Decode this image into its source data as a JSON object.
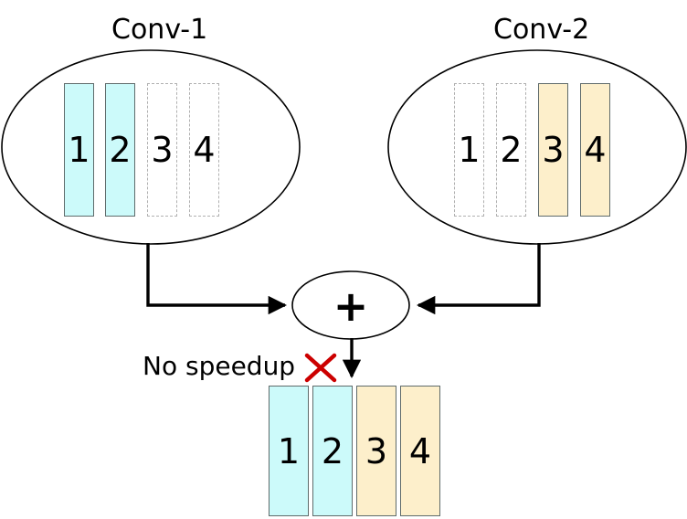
{
  "diagram": {
    "title_left": "Conv-1",
    "title_right": "Conv-2",
    "annotation": "No speedup",
    "sum_symbol": "+",
    "cross_mark": "X",
    "colors": {
      "active_cyan": "#CCFAFA",
      "active_cream": "#FDEFCB",
      "inactive_fill": "#FFFFFF",
      "solid_border": "#5F6B6B",
      "dashed_border": "#B0B0B0",
      "line": "#000000",
      "cross_red": "#CC0000"
    },
    "groups": [
      {
        "name": "conv-1",
        "label": "Conv-1",
        "filters": [
          {
            "label": "1",
            "state": "active",
            "fill": "#CCFAFA"
          },
          {
            "label": "2",
            "state": "active",
            "fill": "#CCFAFA"
          },
          {
            "label": "3",
            "state": "pruned",
            "fill": "#FFFFFF"
          },
          {
            "label": "4",
            "state": "pruned",
            "fill": "#FFFFFF"
          }
        ]
      },
      {
        "name": "conv-2",
        "label": "Conv-2",
        "filters": [
          {
            "label": "1",
            "state": "pruned",
            "fill": "#FFFFFF"
          },
          {
            "label": "2",
            "state": "pruned",
            "fill": "#FFFFFF"
          },
          {
            "label": "3",
            "state": "active",
            "fill": "#FDEFCB"
          },
          {
            "label": "4",
            "state": "active",
            "fill": "#FDEFCB"
          }
        ]
      }
    ],
    "output": {
      "name": "merged-output",
      "filters": [
        {
          "label": "1",
          "state": "active",
          "fill": "#CCFAFA"
        },
        {
          "label": "2",
          "state": "active",
          "fill": "#CCFAFA"
        },
        {
          "label": "3",
          "state": "active",
          "fill": "#FDEFCB"
        },
        {
          "label": "4",
          "state": "active",
          "fill": "#FDEFCB"
        }
      ]
    }
  }
}
